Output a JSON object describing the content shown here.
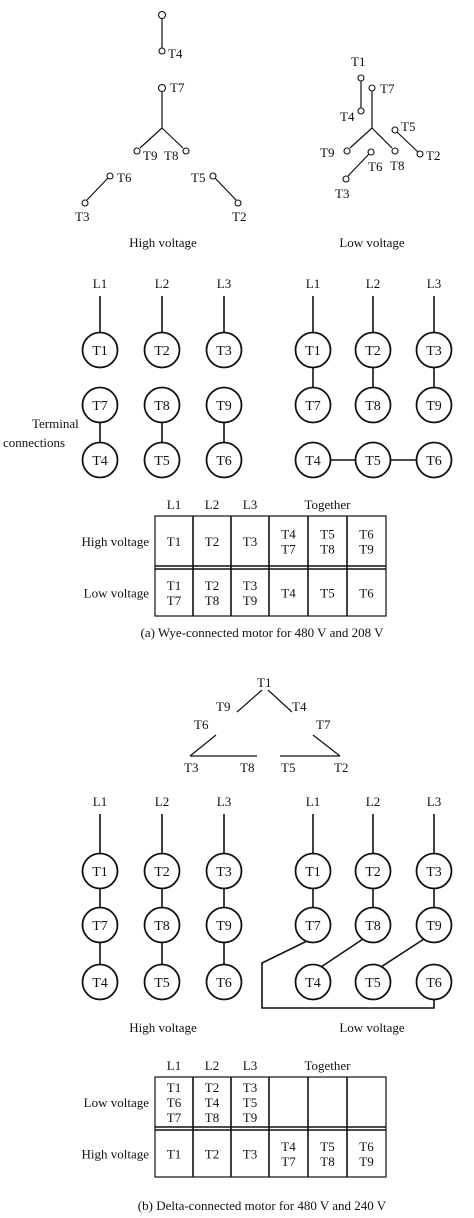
{
  "wye": {
    "caption": "(a) Wye-connected motor for 480 V and 208 V",
    "high_caption": "High voltage",
    "low_caption": "Low voltage",
    "side_label_line1": "Terminal",
    "side_label_line2": "connections",
    "high_schematic": [
      "T4",
      "T7",
      "T9",
      "T8",
      "T6",
      "T5",
      "T3",
      "T2"
    ],
    "low_schematic": [
      "T1",
      "T7",
      "T4",
      "T5",
      "T9",
      "T2",
      "T6",
      "T8",
      "T3"
    ],
    "lines": [
      "L1",
      "L2",
      "L3"
    ],
    "high_rows": [
      [
        "T1",
        "T2",
        "T3"
      ],
      [
        "T7",
        "T8",
        "T9"
      ],
      [
        "T4",
        "T5",
        "T6"
      ]
    ],
    "low_rows": [
      [
        "T1",
        "T2",
        "T3"
      ],
      [
        "T7",
        "T8",
        "T9"
      ],
      [
        "T4",
        "T5",
        "T6"
      ]
    ],
    "table": {
      "headers": [
        "L1",
        "L2",
        "L3",
        "Together"
      ],
      "rows": [
        {
          "label": "High voltage",
          "l1": [
            "T1"
          ],
          "l2": [
            "T2"
          ],
          "l3": [
            "T3"
          ],
          "together": [
            [
              "T4",
              "T7"
            ],
            [
              "T5",
              "T8"
            ],
            [
              "T6",
              "T9"
            ]
          ]
        },
        {
          "label": "Low voltage",
          "l1": [
            "T1",
            "T7"
          ],
          "l2": [
            "T2",
            "T8"
          ],
          "l3": [
            "T3",
            "T9"
          ],
          "together": [
            "T4",
            "T5",
            "T6"
          ]
        }
      ]
    }
  },
  "delta": {
    "caption": "(b) Delta-connected motor for 480 V and 240 V",
    "high_caption": "High voltage",
    "low_caption": "Low voltage",
    "schematic": [
      "T1",
      "T9",
      "T4",
      "T6",
      "T7",
      "T3",
      "T8",
      "T5",
      "T2"
    ],
    "lines": [
      "L1",
      "L2",
      "L3"
    ],
    "high_rows": [
      [
        "T1",
        "T2",
        "T3"
      ],
      [
        "T7",
        "T8",
        "T9"
      ],
      [
        "T4",
        "T5",
        "T6"
      ]
    ],
    "low_rows": [
      [
        "T1",
        "T2",
        "T3"
      ],
      [
        "T7",
        "T8",
        "T9"
      ],
      [
        "T4",
        "T5",
        "T6"
      ]
    ],
    "table": {
      "headers": [
        "L1",
        "L2",
        "L3",
        "Together"
      ],
      "rows": [
        {
          "label": "Low voltage",
          "l1": [
            "T1",
            "T6",
            "T7"
          ],
          "l2": [
            "T2",
            "T4",
            "T8"
          ],
          "l3": [
            "T3",
            "T5",
            "T9"
          ],
          "together": []
        },
        {
          "label": "High voltage",
          "l1": [
            "T1"
          ],
          "l2": [
            "T2"
          ],
          "l3": [
            "T3"
          ],
          "together": [
            [
              "T4",
              "T7"
            ],
            [
              "T5",
              "T8"
            ],
            [
              "T6",
              "T9"
            ]
          ]
        }
      ]
    }
  }
}
